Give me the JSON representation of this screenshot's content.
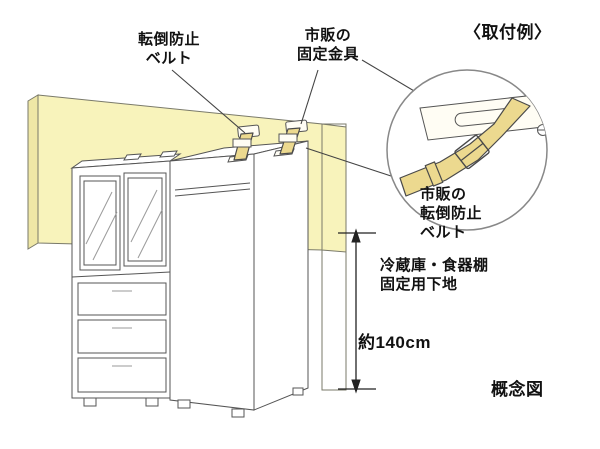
{
  "labels": {
    "belt": "転倒防止\nベルト",
    "bracket": "市販の\n固定金具",
    "example_title": "〈取付例〉",
    "detail_belt": "市販の\n転倒防止\nベルト",
    "backing": "冷蔵庫・食器棚\n固定用下地",
    "dimension": "約140cm",
    "caption": "概念図"
  },
  "colors": {
    "wall_backing_yellow": "#f8f3bb",
    "belt_yellow": "#ecd98f",
    "outline": "#555555",
    "text": "#111111"
  }
}
